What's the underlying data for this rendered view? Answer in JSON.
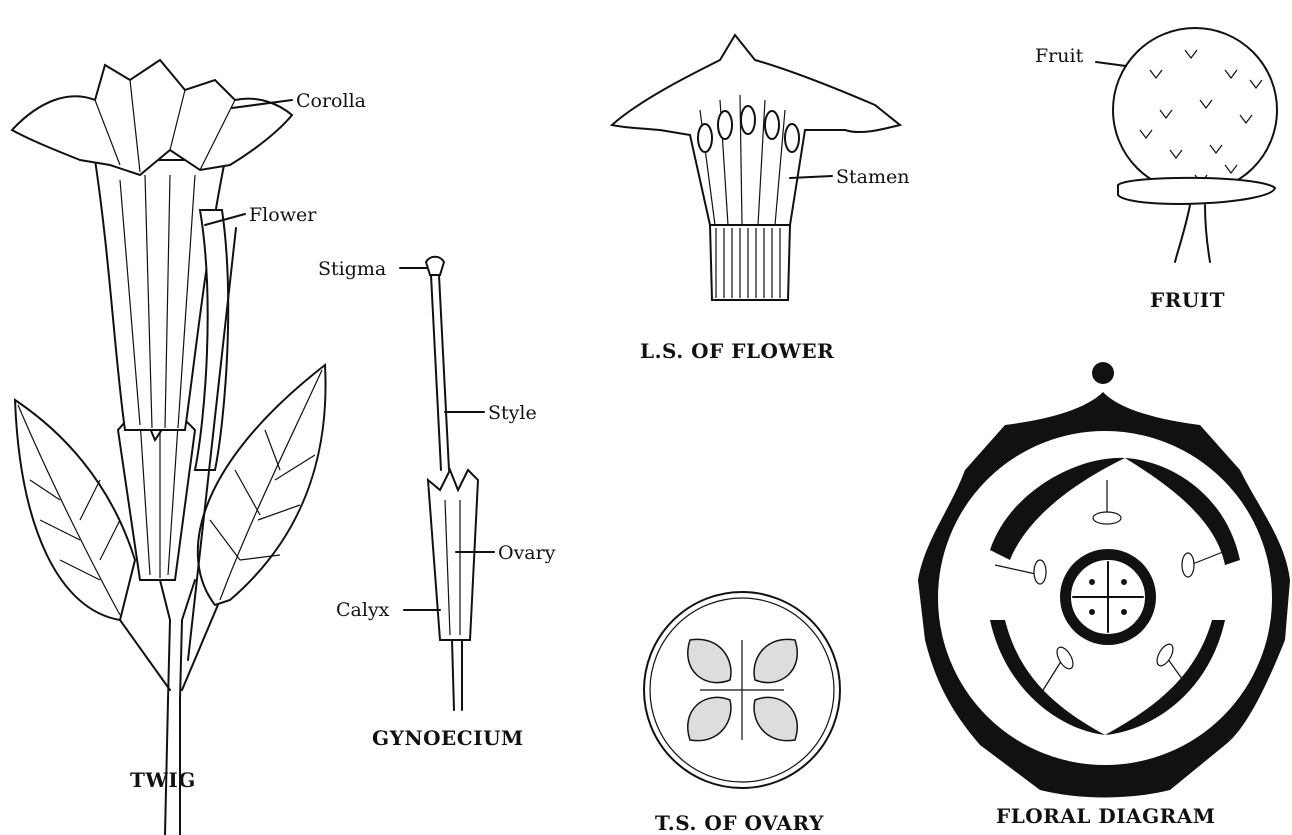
{
  "figures": {
    "twig": {
      "caption": "TWIG",
      "labels": {
        "corolla": "Corolla",
        "flower": "Flower"
      }
    },
    "gynoecium": {
      "caption": "GYNOECIUM",
      "labels": {
        "stigma": "Stigma",
        "style": "Style",
        "ovary": "Ovary",
        "calyx": "Calyx"
      }
    },
    "ls_flower": {
      "caption": "L.S. OF FLOWER",
      "labels": {
        "stamen": "Stamen"
      }
    },
    "fruit": {
      "caption": "FRUIT",
      "labels": {
        "fruit": "Fruit"
      }
    },
    "ts_ovary": {
      "caption": "T.S. OF OVARY"
    },
    "floral_diagram": {
      "caption": "FLORAL DIAGRAM"
    }
  }
}
